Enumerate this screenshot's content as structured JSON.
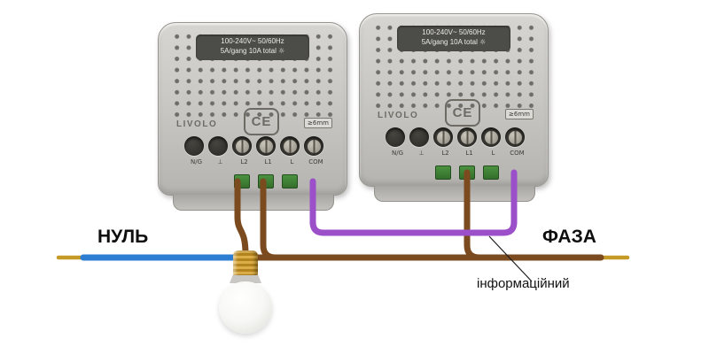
{
  "diagram": {
    "neutral_label": "НУЛЬ",
    "phase_label": "ФАЗА",
    "data_wire_label": "інформаційний"
  },
  "modules": [
    {
      "brand": "LIVOLO",
      "rating_line1": "100-240V~ 50/60Hz",
      "rating_line2": "5A/gang 10A total",
      "rating_icon": "☼",
      "ce_mark": "CE",
      "strip_gauge": "≥6mm",
      "terminals": [
        "N/G",
        "⊥",
        "L2",
        "L1",
        "L",
        "COM"
      ]
    },
    {
      "brand": "LIVOLO",
      "rating_line1": "100-240V~ 50/60Hz",
      "rating_line2": "5A/gang 10A total",
      "rating_icon": "☼",
      "ce_mark": "CE",
      "strip_gauge": "≥6mm",
      "terminals": [
        "N/G",
        "⊥",
        "L2",
        "L1",
        "L",
        "COM"
      ]
    }
  ],
  "colors": {
    "neutral-wire": "#2d7dd2",
    "phase-wire": "#7b4a1e",
    "data-wire": "#9b4fc8",
    "copper-tip": "#c59a27",
    "module-body": "#c9c8c4",
    "module-dark": "#4c4c48"
  }
}
